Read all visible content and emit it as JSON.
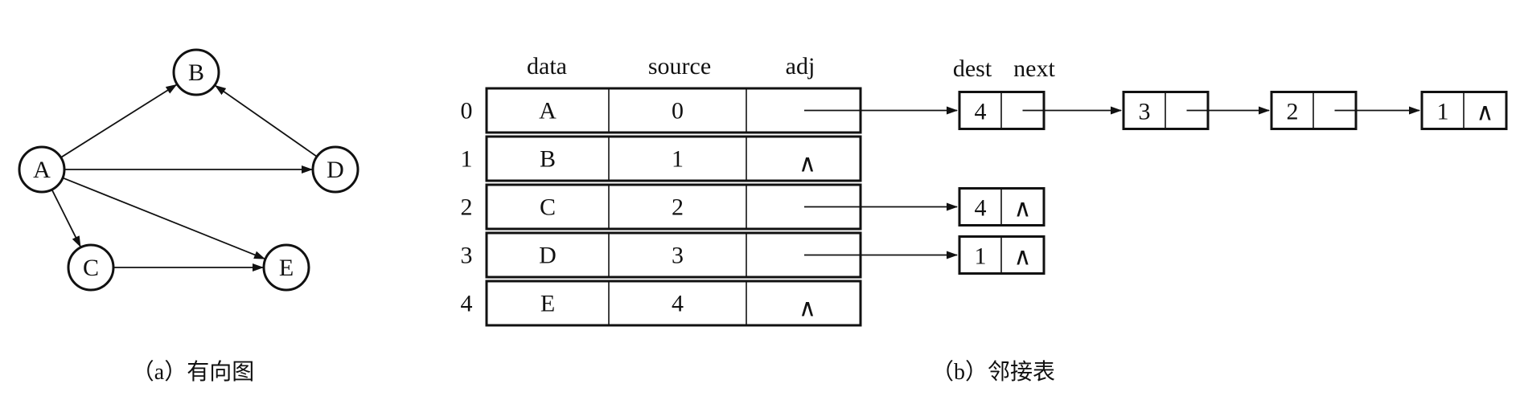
{
  "graph": {
    "nodes": [
      {
        "id": "A",
        "label": "A"
      },
      {
        "id": "B",
        "label": "B"
      },
      {
        "id": "C",
        "label": "C"
      },
      {
        "id": "D",
        "label": "D"
      },
      {
        "id": "E",
        "label": "E"
      }
    ],
    "edges": [
      {
        "from": "A",
        "to": "B"
      },
      {
        "from": "A",
        "to": "D"
      },
      {
        "from": "A",
        "to": "C"
      },
      {
        "from": "A",
        "to": "E"
      },
      {
        "from": "D",
        "to": "B"
      },
      {
        "from": "C",
        "to": "E"
      }
    ],
    "caption": "（a）有向图"
  },
  "adjacency": {
    "headers": {
      "data": "data",
      "source": "source",
      "adj": "adj"
    },
    "edge_headers": {
      "dest": "dest",
      "next": "next"
    },
    "null_symbol": "∧",
    "rows": [
      {
        "index": "0",
        "data": "A",
        "source": "0",
        "adj": [
          "4",
          "3",
          "2",
          "1"
        ]
      },
      {
        "index": "1",
        "data": "B",
        "source": "1",
        "adj": []
      },
      {
        "index": "2",
        "data": "C",
        "source": "2",
        "adj": [
          "4"
        ]
      },
      {
        "index": "3",
        "data": "D",
        "source": "3",
        "adj": [
          "1"
        ]
      },
      {
        "index": "4",
        "data": "E",
        "source": "4",
        "adj": []
      }
    ],
    "caption": "（b）邻接表"
  }
}
